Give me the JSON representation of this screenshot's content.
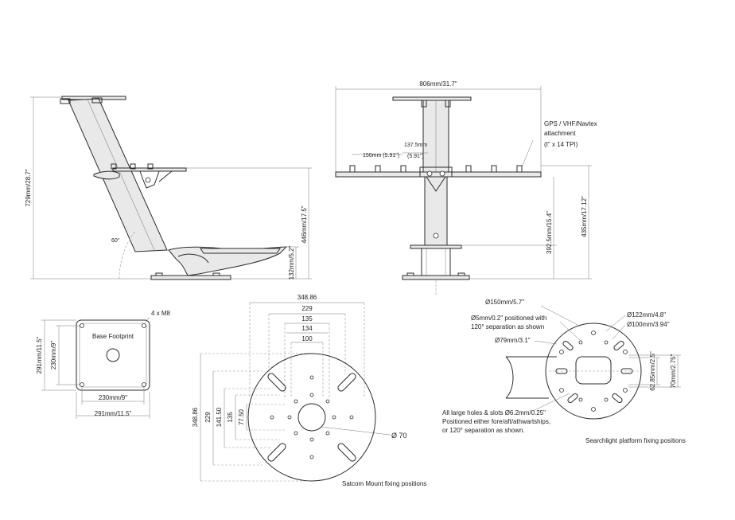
{
  "side_view": {
    "height_label": "729mm/28.7\"",
    "platform_height_label": "446mm/17.5\"",
    "base_height_label": "132mm/5.2\"",
    "angle_label": "60°"
  },
  "front_view": {
    "width_label": "806mm/31.7\"",
    "gps_label_line1": "GPS / VHF/Navtex",
    "gps_label_line2": "attachment",
    "gps_label_line3": "(I\" x 14 TPI)",
    "spacing_label": "150mm (5.91\")",
    "spacing_label_right_line1": "137.5mm",
    "spacing_label_right_line2": "(5.91\")",
    "height_left_label": "392.5mm/15.4\"",
    "height_right_label": "435mm/17.12\""
  },
  "base_footprint": {
    "title": "Base Footprint",
    "bolts_label": "4 x M8",
    "outer_height_label": "291mm/11.5\"",
    "inner_height_label": "230mm/9\"",
    "inner_width_label": "230mm/9\"",
    "outer_width_label": "291mm/11.5\""
  },
  "satcom": {
    "caption": "Satcom Mount fixing positions",
    "top_dims": [
      "348.86",
      "229",
      "135",
      "134",
      "100"
    ],
    "left_dims": [
      "348.86",
      "229",
      "141.50",
      "135",
      "77.50"
    ],
    "diameter_label": "Ø 70"
  },
  "searchlight": {
    "caption": "Searchlight platform fixing positions",
    "d150_label": "Ø150mm/5.7\"",
    "d5_line1": "Ø5mm/0.2\" positioned with",
    "d5_line2": "120° separation as shown",
    "d122_label": "Ø122mm/4.8\"",
    "d100_label": "Ø100mm/3.94\"",
    "d79_label": "Ø79mm/3.1\"",
    "note_line1": "All large holes & slots Ø6.2mm/0.25\"",
    "note_line2": "Positioned either fore/aft/athwartships,",
    "note_line3": "or 120° separation as shown.",
    "h1_label": "62.85mm/2.5\"",
    "h2_label": "70mm/2.75\""
  }
}
